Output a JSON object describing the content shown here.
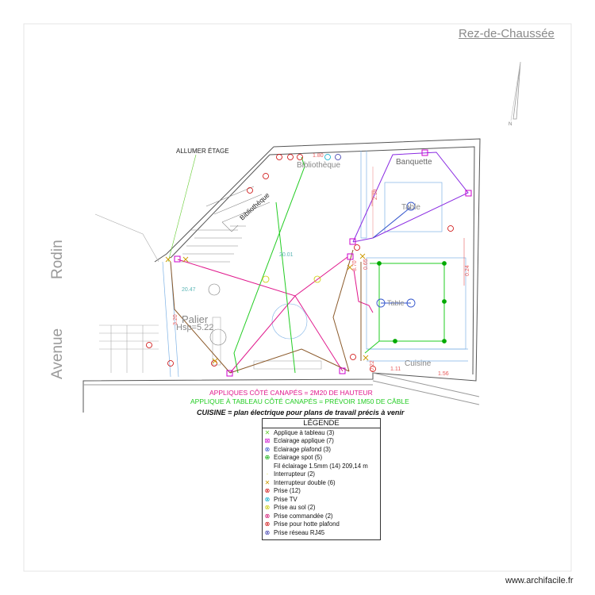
{
  "sheet_title": "Rez-de-Chaussée",
  "streets": {
    "line1": "Rodin",
    "line2": "Avenue"
  },
  "labels": {
    "allumer": "ALLUMER ÉTAGE",
    "bibliotheque_top": "Bibliothèque",
    "bibliotheque_stair": "Bibliothèque",
    "banquette": "Banquette",
    "table": "Table",
    "table2": "Table",
    "palier": "Palier",
    "hsp": "Hsp=5.22",
    "cuisine": "Cuisine",
    "north": "N"
  },
  "dimensions": {
    "d1": "1.80",
    "d2": "2.39",
    "d3": "0.24",
    "d4": "0.65",
    "d5": "3.70",
    "d6": "0.22",
    "d7": "1.11",
    "d8": "1.56",
    "d9": "20.47",
    "d10": "20.01",
    "d11": "3.20"
  },
  "notes": {
    "appliques": "APPLIQUES CÔTÉ CANAPÉS = 2M20 DE HAUTEUR",
    "applique_tableau": "APPLIQUE À TABLEAU CÔTÉ CANAPÉS = PRÉVOIR 1M50 DE CÂBLE",
    "cuisine": "CUISINE = plan électrique pour plans de travail précis à venir"
  },
  "legend": {
    "title": "LÉGENDE",
    "items": [
      {
        "label": "Applique à tableau (3)",
        "icon": "applique-tableau-icon",
        "color": "#66cc33",
        "glyph": "✕"
      },
      {
        "label": "Eclairage applique (7)",
        "icon": "eclairage-applique-icon",
        "color": "#cc00cc",
        "glyph": "⊠"
      },
      {
        "label": "Eclairage plafond (3)",
        "icon": "eclairage-plafond-icon",
        "color": "#3355cc",
        "glyph": "⊗"
      },
      {
        "label": "Eclairage spot (5)",
        "icon": "eclairage-spot-icon",
        "color": "#00aa00",
        "glyph": "⊕"
      },
      {
        "label": "Fil éclairage 1.5mm (14) 209,14 m",
        "icon": "fil-eclairage-icon",
        "color": "#ffffff",
        "glyph": ""
      },
      {
        "label": "Interrupteur (2)",
        "icon": "interrupteur-icon",
        "color": "#cccc00",
        "glyph": "·"
      },
      {
        "label": "Interrupteur double (6)",
        "icon": "interrupteur-double-icon",
        "color": "#cc9900",
        "glyph": "✕"
      },
      {
        "label": "Prise (12)",
        "icon": "prise-icon",
        "color": "#cc0000",
        "glyph": "⊗"
      },
      {
        "label": "Prise TV",
        "icon": "prise-tv-icon",
        "color": "#00aacc",
        "glyph": "⊗"
      },
      {
        "label": "Prise au sol (2)",
        "icon": "prise-sol-icon",
        "color": "#cccc00",
        "glyph": "⊗"
      },
      {
        "label": "Prise commandée (2)",
        "icon": "prise-commandee-icon",
        "color": "#cc0066",
        "glyph": "⊗"
      },
      {
        "label": "Prise pour hotte plafond",
        "icon": "prise-hotte-icon",
        "color": "#cc0000",
        "glyph": "⊗"
      },
      {
        "label": "Prise réseau RJ45",
        "icon": "prise-rj45-icon",
        "color": "#3333aa",
        "glyph": "⊗"
      }
    ]
  },
  "colors": {
    "magenta_wire": "#e0188c",
    "purple_wire": "#8a2be2",
    "green_wire": "#22cc22",
    "brown_wire": "#8b5a2b",
    "blue_wire": "#3355cc",
    "wall": "#555555",
    "light_blue": "#7fb3e6"
  },
  "watermark": "www.archifacile.fr"
}
